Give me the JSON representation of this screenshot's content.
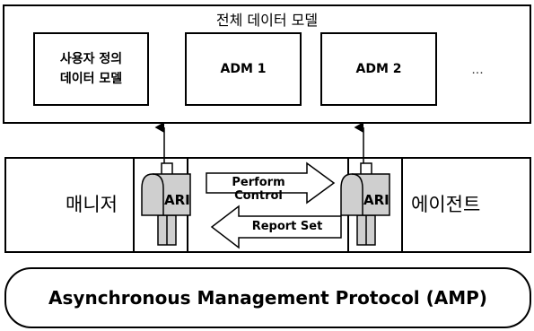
{
  "top_box": {
    "title": "전체 데이터 모델",
    "models": [
      {
        "line1": "사용자 정의",
        "line2": "데이터 모델"
      },
      {
        "line1": "ADM 1",
        "line2": ""
      },
      {
        "line1": "ADM 2",
        "line2": ""
      }
    ],
    "ellipsis": "..."
  },
  "manager": {
    "label": "매니저",
    "ari": "ARI"
  },
  "agent": {
    "label": "에이전트",
    "ari": "ARI"
  },
  "arrows": {
    "perform_control": "Perform Control",
    "report_set": "Report Set"
  },
  "protocol": {
    "label": "Asynchronous Management Protocol (AMP)"
  }
}
